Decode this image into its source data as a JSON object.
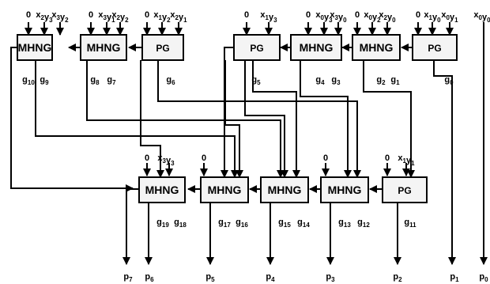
{
  "blocks": {
    "top": [
      {
        "type": "MHNG",
        "inputs": [
          "0",
          "x2y3",
          "x3y2"
        ],
        "outputs": [
          "g10",
          "g9"
        ]
      },
      {
        "type": "MHNG",
        "inputs": [
          "0",
          "x3y1",
          "x2y2"
        ],
        "outputs": [
          "g8",
          "g7"
        ]
      },
      {
        "type": "PG",
        "inputs": [
          "0",
          "x1y2",
          "x2y1"
        ],
        "outputs": [
          "g6"
        ]
      },
      {
        "type": "PG",
        "inputs": [
          "0",
          "x1y3"
        ],
        "outputs": [
          "g5"
        ]
      },
      {
        "type": "MHNG",
        "inputs": [
          "0",
          "x0y3",
          "x3y0"
        ],
        "outputs": [
          "g4",
          "g3"
        ]
      },
      {
        "type": "MHNG",
        "inputs": [
          "0",
          "x0y2",
          "x2y0"
        ],
        "outputs": [
          "g2",
          "g1"
        ]
      },
      {
        "type": "PG",
        "inputs": [
          "0",
          "x1y0",
          "x0y1"
        ],
        "outputs": [
          "g0"
        ]
      }
    ],
    "bottom": [
      {
        "type": "MHNG",
        "inputs": [
          "0",
          "x3y3"
        ],
        "outputs": [
          "g19",
          "g18"
        ]
      },
      {
        "type": "MHNG",
        "inputs": [
          "0"
        ],
        "outputs": [
          "g17",
          "g16"
        ]
      },
      {
        "type": "MHNG",
        "inputs": [],
        "outputs": [
          "g15",
          "g14"
        ]
      },
      {
        "type": "MHNG",
        "inputs": [
          "0"
        ],
        "outputs": [
          "g13",
          "g12"
        ]
      },
      {
        "type": "PG",
        "inputs": [
          "0",
          "x1y1"
        ],
        "outputs": [
          "g11"
        ]
      }
    ]
  },
  "extra_input": "x0y0",
  "products": [
    "p7",
    "p6",
    "p5",
    "p4",
    "p3",
    "p2",
    "p1",
    "p0"
  ]
}
